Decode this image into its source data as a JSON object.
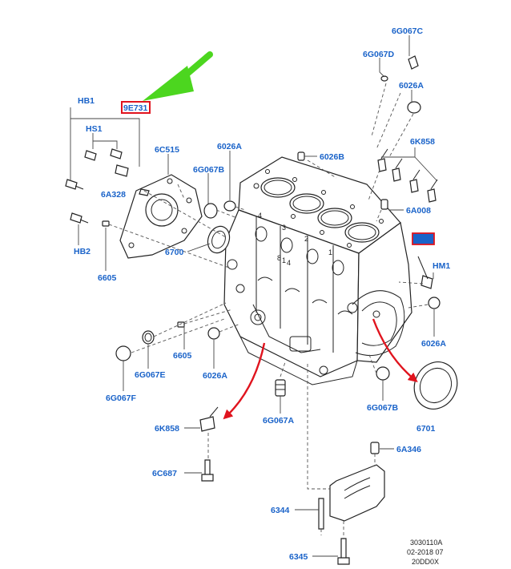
{
  "colors": {
    "label": "#1a63c9",
    "highlight_box": "#e0141e",
    "pointer_arrow": "#4cd61f",
    "red_arrow": "#e0141e",
    "line": "#222222"
  },
  "labels": {
    "6G067C": "6G067C",
    "6G067D": "6G067D",
    "6026A_top": "6026A",
    "9E731": "9E731",
    "HB1": "HB1",
    "HS1": "HS1",
    "6C515": "6C515",
    "6026A_upper": "6026A",
    "6026B": "6026B",
    "6K858_right": "6K858",
    "6G067B_left": "6G067B",
    "6A328": "6A328",
    "6A008": "6A008",
    "HB2": "HB2",
    "6700": "6700",
    "HM1": "HM1",
    "6605_left": "6605",
    "6605_mid": "6605",
    "6026A_right": "6026A",
    "6G067E": "6G067E",
    "6026A_lower": "6026A",
    "6G067F": "6G067F",
    "6G067B_right": "6G067B",
    "6701": "6701",
    "6K858_left": "6K858",
    "6G067A": "6G067A",
    "6A346": "6A346",
    "6C687": "6C687",
    "6344": "6344",
    "6345": "6345"
  },
  "block_numbers": [
    "4",
    "3",
    "2",
    "1",
    "8",
    "1",
    "4"
  ],
  "catalog": {
    "line1": "3030110A",
    "line2": "02-2018 07",
    "line3": "20DD0X"
  }
}
